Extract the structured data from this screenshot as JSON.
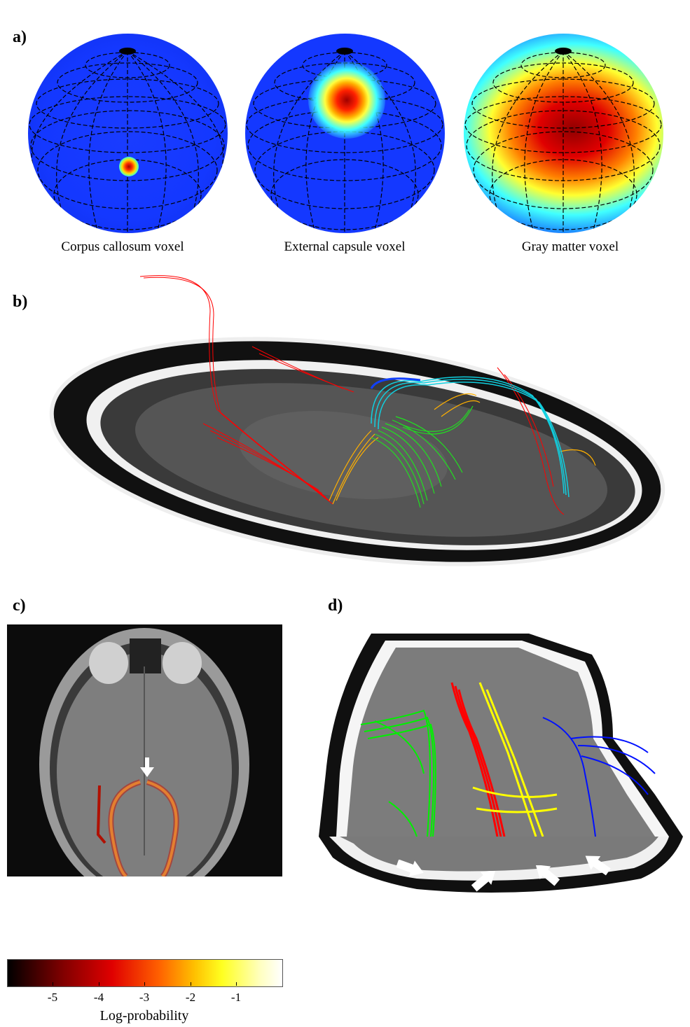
{
  "panel_a": {
    "label": "a)",
    "spheres": [
      {
        "caption": "Corpus callosum voxel",
        "hotspot": "small focal peak below equator"
      },
      {
        "caption": "External capsule voxel",
        "hotspot": "medium peak near top"
      },
      {
        "caption": "Gray matter voxel",
        "hotspot": "broad diffuse distribution"
      }
    ]
  },
  "panel_b": {
    "label": "b)",
    "description": "3D tractography streamlines over oblique axial MRI slice",
    "streamline_colors": [
      "#ff0000",
      "#ffa500",
      "#ffff00",
      "#00ff00",
      "#00e5ff",
      "#0050ff"
    ]
  },
  "panel_c": {
    "label": "c)",
    "description": "Axial MRI with probabilistic tract overlay",
    "colorbar": {
      "ticks": [
        "-5",
        "-4",
        "-3",
        "-2",
        "-1"
      ],
      "title": "Log-probability",
      "colors": [
        "#000000",
        "#800000",
        "#ff0000",
        "#ff8000",
        "#ffff00",
        "#ffffff"
      ]
    }
  },
  "panel_d": {
    "label": "d)",
    "description": "Tract bundles in green, red, yellow, blue with white arrows",
    "bundle_colors": {
      "green": "#00ff00",
      "red": "#ff0000",
      "yellow": "#ffff00",
      "blue": "#0000ff"
    },
    "arrow_count": 4
  }
}
